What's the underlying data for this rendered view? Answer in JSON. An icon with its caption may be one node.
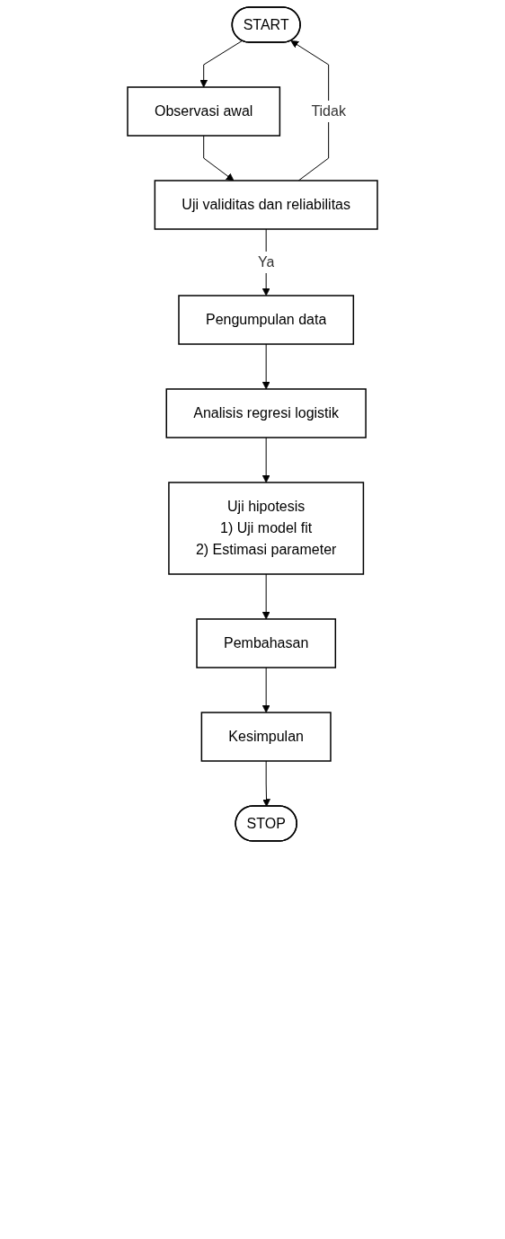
{
  "diagram": {
    "nodes": [
      {
        "text": [
          "START"
        ]
      },
      {
        "text": [
          "Observasi awal"
        ]
      },
      {
        "text": [
          "Uji validitas dan reliabilitas"
        ]
      },
      {
        "text": [
          "Pengumpulan data"
        ]
      },
      {
        "text": [
          "Analisis regresi logistik"
        ]
      },
      {
        "text": [
          "Uji hipotesis",
          "1) Uji model fit",
          "2) Estimasi parameter"
        ]
      },
      {
        "text": [
          "Pembahasan"
        ]
      },
      {
        "text": [
          "Kesimpulan"
        ]
      },
      {
        "text": [
          "STOP"
        ]
      }
    ],
    "edges": [
      {
        "from": 0,
        "to": 1,
        "arrow": "to"
      },
      {
        "from": 1,
        "to": 2,
        "arrow": "to"
      },
      {
        "from": 2,
        "to": 3,
        "label": "Ya",
        "arrow": "to"
      },
      {
        "from": 3,
        "to": 4,
        "arrow": "to"
      },
      {
        "from": 4,
        "to": 5,
        "arrow": "to"
      },
      {
        "from": 5,
        "to": 6,
        "arrow": "to"
      },
      {
        "from": 6,
        "to": 7,
        "arrow": "to"
      },
      {
        "from": 7,
        "to": 8,
        "arrow": "to"
      },
      {
        "from": 2,
        "to": 0,
        "label": "Tidak",
        "arrow": "to"
      }
    ]
  }
}
